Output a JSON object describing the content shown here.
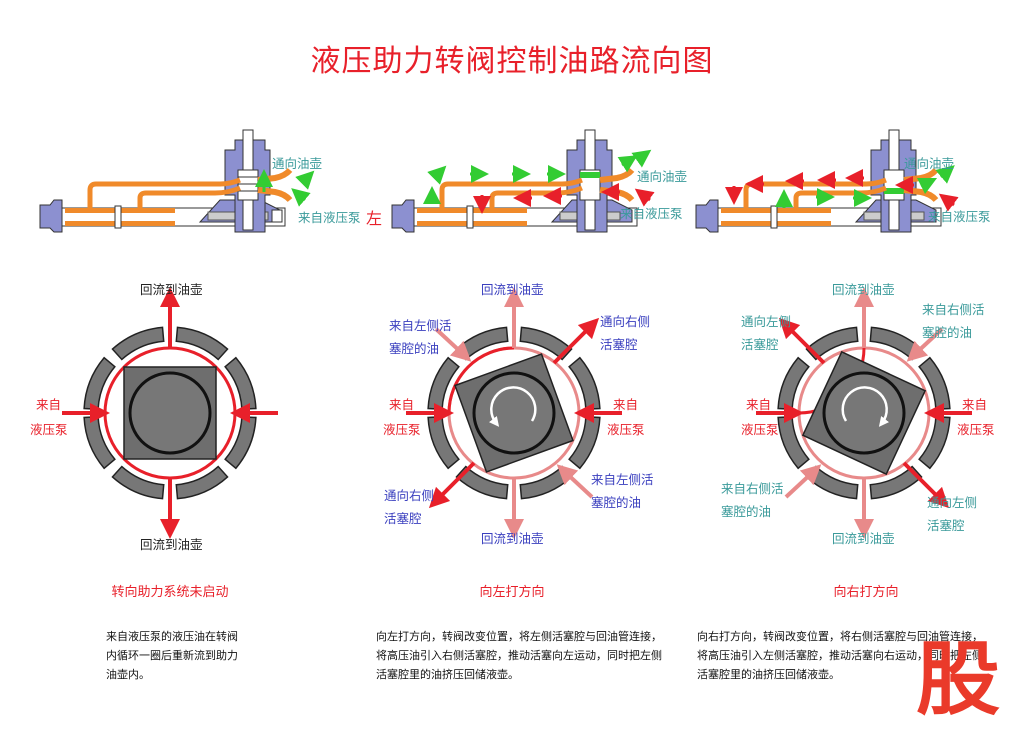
{
  "title": "液压助力转阀控制油路流向图",
  "colors": {
    "title": "#e8202a",
    "oil_high": "#f08a2a",
    "flow_green": "#33cc33",
    "flow_red": "#e8202a",
    "housing": "#8c90d0",
    "segment_gray": "#777777",
    "teal_text": "#3a9a9a",
    "blue_text": "#3a3fbf"
  },
  "panels": [
    {
      "id": "neutral",
      "mechanism": {
        "label_top": "通向油壶",
        "label_bottom": "来自液压泵"
      },
      "valve": {
        "rotation": "none",
        "labels": {
          "top": "回流到油壶",
          "bottom": "回流到油壶",
          "left": [
            "来自",
            "液压泵"
          ]
        }
      },
      "caption": "转向助力系统未启动",
      "description": [
        "来自液压泵的液压油在转阀",
        "内循环一圈后重新流到助力",
        "油壶内。"
      ]
    },
    {
      "id": "left",
      "mechanism": {
        "side_label": "左",
        "label_top": "通向油壶",
        "label_bottom": "来自液压泵"
      },
      "valve": {
        "rotation": "counter-clockwise",
        "labels": {
          "top": "回流到油壶",
          "bottom": "回流到油壶",
          "top_left": [
            "来自左侧活",
            "塞腔的油"
          ],
          "top_right": [
            "通向右侧",
            "活塞腔"
          ],
          "left": [
            "来自",
            "液压泵"
          ],
          "right": [
            "来自",
            "液压泵"
          ],
          "bottom_left": [
            "通向右侧",
            "活塞腔"
          ],
          "bottom_right": [
            "来自左侧活",
            "塞腔的油"
          ]
        }
      },
      "caption": "向左打方向",
      "description": [
        "向左打方向，转阀改变位置，将左侧活塞腔与回油管连接，",
        "将高压油引入右侧活塞腔，推动活塞向左运动，同时把左侧",
        "活塞腔里的油挤压回储液壶。"
      ]
    },
    {
      "id": "right",
      "mechanism": {
        "label_top": "通向油壶",
        "label_bottom": "来自液压泵"
      },
      "valve": {
        "rotation": "clockwise",
        "labels": {
          "top": "回流到油壶",
          "bottom": "回流到油壶",
          "top_left": [
            "通向左侧",
            "活塞腔"
          ],
          "top_right": [
            "来自右侧活",
            "塞腔的油"
          ],
          "left": [
            "来自",
            "液压泵"
          ],
          "right": [
            "来自",
            "液压泵"
          ],
          "bottom_left": [
            "来自右侧活",
            "塞腔的油"
          ],
          "bottom_right": [
            "通向左侧",
            "活塞腔"
          ]
        }
      },
      "caption": "向右打方向",
      "description": [
        "向右打方向，转阀改变位置，将右侧活塞腔与回油管连接，",
        "将高压油引入左侧活塞腔，推动活塞向右运动，同时把左侧",
        "活塞腔里的油挤压回储液壶。"
      ]
    }
  ],
  "watermark": "股"
}
